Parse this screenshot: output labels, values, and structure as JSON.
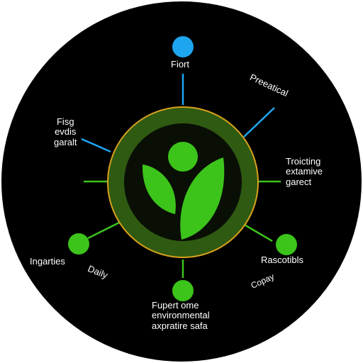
{
  "diagram": {
    "colors": {
      "disc": "#000000",
      "ring_fill": "#2f5a12",
      "ring_outline": "#d9a21c",
      "inner": "#0a0f05",
      "leaf": "#3cc41b",
      "node_green": "#3cc41b",
      "node_blue": "#1ea5f0",
      "connector_blue": "#1ea5f0",
      "connector_green": "#3cc41b",
      "text": "#ffffff"
    },
    "center_icon": "sprout-person-icon",
    "nodes": {
      "top": {
        "label": "Fiort"
      },
      "top_right": {
        "label": "Preeatical"
      },
      "left": {
        "lines": [
          "Fisg",
          "evdis",
          "garalt"
        ]
      },
      "right": {
        "lines": [
          "Troicting",
          "extamive",
          "garect"
        ]
      },
      "bottom_left": {
        "label": "Ingarties",
        "sublabel": "Daily"
      },
      "bottom_right": {
        "label": "Rascotibls",
        "sublabel": "Copay"
      },
      "bottom": {
        "lines": [
          "Fupert ome",
          "environmental",
          "axpratire safa"
        ]
      }
    }
  }
}
